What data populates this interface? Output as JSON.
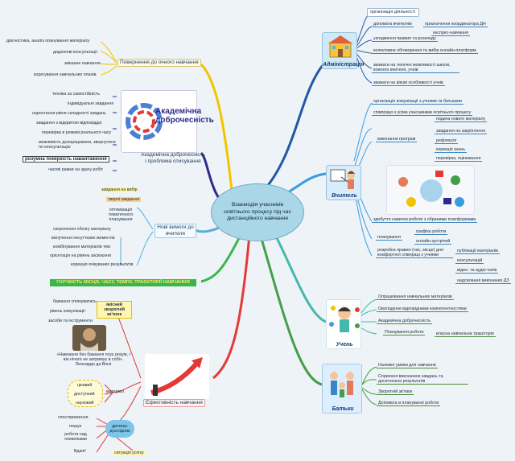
{
  "center": {
    "title": "Взаємодія учасників освітнього процесу під час дистанційного навчання"
  },
  "admin": {
    "caption": "Адміністрація",
    "items": [
      "організація діяльності",
      "допомога вчителям",
      "узгодження правил та розкладу",
      "колективне обговорення та вибір онлайн-платформ",
      "зважати на технічні можливості школи, кожного вчителя, учнів",
      "зважати на вікові особливості учнів"
    ],
    "sub": [
      "призначення координатора ДН",
      "експрес-навчання"
    ]
  },
  "teacher": {
    "caption": "Вчитель",
    "items": [
      "організація комунікації з учнями та батьками",
      "співпраця з усіма учасниками освітнього процесу",
      "виконання програм",
      "здобуття навичок роботи з обраними платформами",
      "планування",
      "розробка правил (час, місце) для комфортної співпраці з учнями"
    ],
    "programs_sub": [
      "подача нового матеріалу",
      "завдання на закріплення",
      "рефлексія",
      "корекція знань",
      "перевірка, оцінювання"
    ],
    "planning_sub": [
      "графіка роботи",
      "онлайн-зустрічей"
    ],
    "rules_sub": [
      "публікації матеріалів",
      "консультацій",
      "відео- та аудіо-чатів",
      "надсилання виконаних ДЗ"
    ]
  },
  "student": {
    "caption": "Учень",
    "items": [
      "Опрацювання навчальних матеріалів",
      "Оволодіння відповідними компетентностями",
      "Академічна доброчесність",
      "Планування роботи"
    ],
    "plan_sub": "власна навчальна траєкторія"
  },
  "parents": {
    "caption": "Батьки",
    "items": [
      "Належні умови для навчання",
      "Сприяння виконанню завдань та досягненню результатів",
      "Зворотній зв'язок",
      "Допомога в плануванні роботи"
    ]
  },
  "return_branch": {
    "label": "Повернення до очного навчання",
    "items": [
      "діагностика, аналіз опанування матеріалу",
      "додаткові консультації",
      "змішане навчання",
      "корегування навчальних планів"
    ]
  },
  "academic": {
    "label": "Академічна доброчесність і проблема списування",
    "badge": "Академічна доброчесність",
    "items": [
      "техніка за самостійність",
      "індивідуальні завдання",
      "наростання рівня складності завдань",
      "завдання з відкритою відповіддю",
      "перевірка в режимі реального часу",
      "можливість доопрацювати, звернутися по консультацію",
      "розумна поміркість навантаження",
      "часові рамки на здачу робіт"
    ]
  },
  "requirements": {
    "label": "Нові вимоги до вчителя",
    "items": [
      "завдання на вибір",
      "творчі завдання",
      "оптимізація тематичного планування",
      "скорочення обсягу матеріалу",
      "вилучення несуттєвих моментів",
      "комбінування матеріалів тем",
      "орієнтація на рівень засвоєння",
      "корекція очікуваних результатів"
    ]
  },
  "flex": {
    "label": "ГНУЧКІСТЬ МІСЦЯ, ЧАСУ, ТЕМПУ, ТРАЄКТОРІЇ НАВЧАННЯ"
  },
  "effectiveness": {
    "label": "Ефективність навчання",
    "feedback": "якісний зворотній зв'язок",
    "feedback_sub": [
      "бажання спілкуватись",
      "рівень комунікації",
      "засоби та інструменти"
    ],
    "quote": "«Навчання без бажання псує розум, і він нічого не затримує в собі». Леонардо да Вінчі",
    "material": "матеріал",
    "material_sub": [
      "цікавий",
      "доступний",
      "науковий"
    ],
    "researcher": "дитина-дослідник",
    "researcher_sub": [
      "спостереження",
      "пошук",
      "робота над помилками",
      "Вдачі!"
    ],
    "situation": "ситуація успіху"
  },
  "colors": {
    "admin": "#1f5aa6",
    "teacher": "#3a9be0",
    "student": "#45b8ad",
    "parents": "#43a047",
    "effectiveness": "#e53935",
    "flex": "#39b54a",
    "requirements": "#5aaedc",
    "academic": "#2e2a8c",
    "return": "#f2c400"
  }
}
